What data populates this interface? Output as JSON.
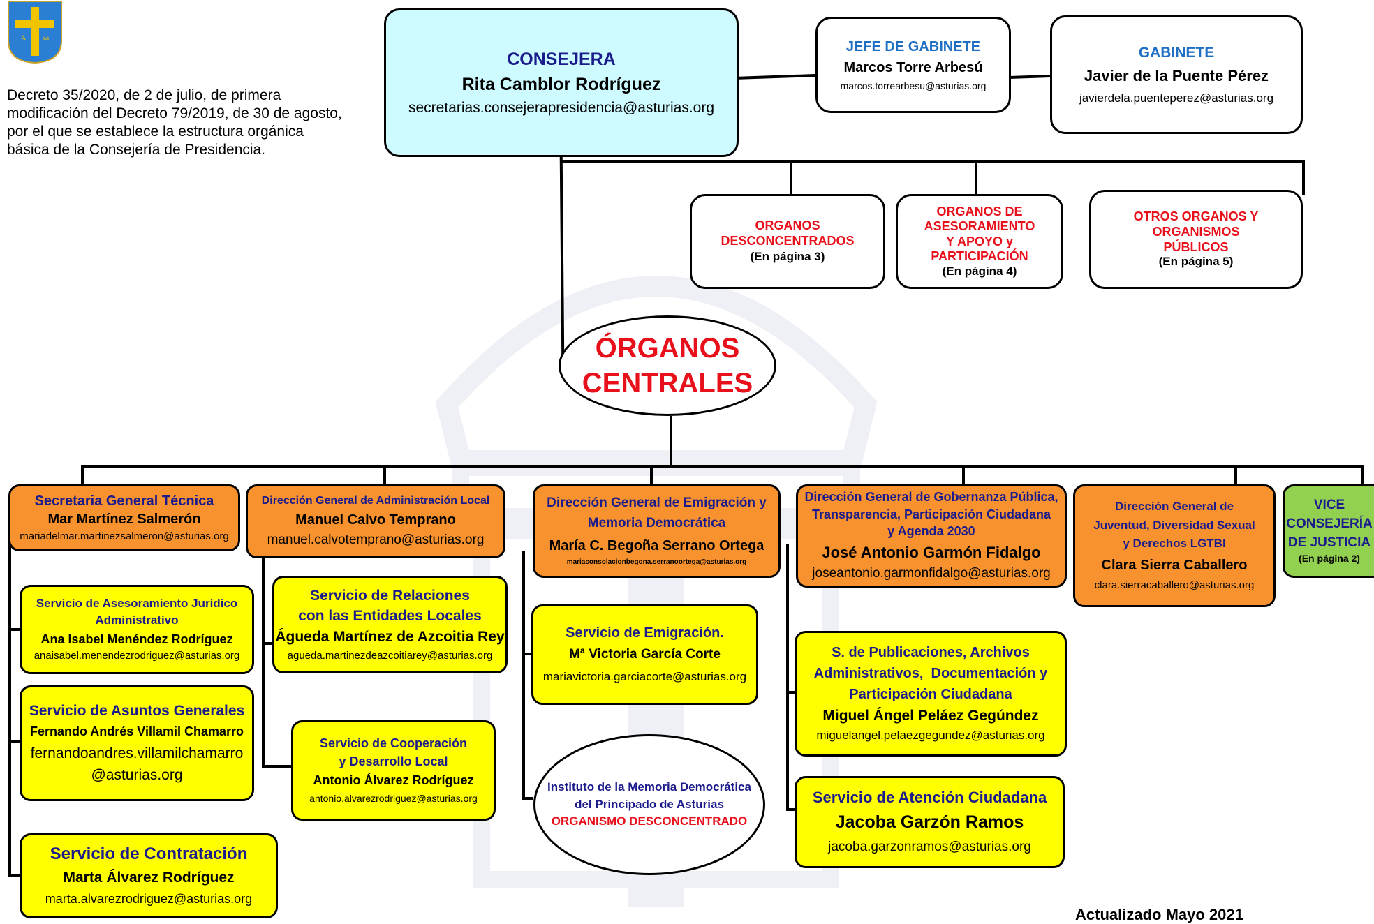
{
  "decree": "Decreto 35/2020, de 2 de julio, de primera modificación del Decreto 79/2019, de 30 de agosto, por el que se establece la estructura orgánica básica de la Consejería de Presidencia.",
  "colors": {
    "header_box": "#cdfbff",
    "direction_box": "#f8922e",
    "service_box": "#ffff00",
    "vice_box": "#92d050",
    "title_navy": "#1b1b8c",
    "title_blue": "#1f6fc3",
    "title_red": "#e8101a"
  },
  "top": {
    "consejera": {
      "title": "CONSEJERA",
      "name": "Rita Camblor Rodríguez",
      "email": "secretarias.consejerapresidencia@asturias.org"
    },
    "jefe": {
      "title": "JEFE DE GABINETE",
      "name": "Marcos Torre Arbesú",
      "email": "marcos.torrearbesu@asturias.org"
    },
    "gabinete": {
      "title": "GABINETE",
      "name": "Javier de la Puente Pérez",
      "email": "javierdela.puenteperez@asturias.org"
    }
  },
  "other_organs": [
    {
      "lines": [
        "ORGANOS",
        "DESCONCENTRADOS"
      ],
      "page": "(En página 3)"
    },
    {
      "lines": [
        "ORGANOS DE",
        "ASESORAMIENTO",
        "Y APOYO y",
        "PARTICIPACIÓN"
      ],
      "page": "(En página 4)"
    },
    {
      "lines": [
        "OTROS ORGANOS Y",
        "ORGANISMOS",
        "PÚBLICOS"
      ],
      "page": "(En página 5)"
    }
  ],
  "central": {
    "line1": "ÓRGANOS",
    "line2": "CENTRALES"
  },
  "directions": {
    "sgt": {
      "title": "Secretaria General Técnica",
      "name": "Mar Martínez Salmerón",
      "email": "mariadelmar.martinezsalmeron@asturias.org"
    },
    "dgal": {
      "title": "Dirección General de Administración Local",
      "name": "Manuel Calvo Temprano",
      "email": "manuel.calvotemprano@asturias.org"
    },
    "dgemd": {
      "title_1": "Dirección General de Emigración y",
      "title_2": "Memoria Democrática",
      "name": "María C. Begoña Serrano Ortega",
      "email": "mariaconsolacionbegona.serranoortega@asturias.org"
    },
    "dggp": {
      "title_1": "Dirección General de Gobernanza Pública,",
      "title_2": "Transparencia, Participación Ciudadana",
      "title_3": "y Agenda 2030",
      "name": "José Antonio Garmón Fidalgo",
      "email": "joseantonio.garmonfidalgo@asturias.org"
    },
    "dgj": {
      "title_1": "Dirección General de",
      "title_2": "Juventud, Diversidad Sexual",
      "title_3": "y Derechos LGTBI",
      "name": "Clara Sierra Caballero",
      "email": "clara.sierracaballero@asturias.org"
    },
    "vice": {
      "line1": "VICE",
      "line2": "CONSEJERÍA",
      "line3": "DE JUSTICIA",
      "page": "(En página 2)"
    }
  },
  "services": {
    "s_aj": {
      "title_1": "Servicio de Asesoramiento Jurídico",
      "title_2": "Administrativo",
      "name": "Ana Isabel Menéndez Rodríguez",
      "email": "anaisabel.menendezrodriguez@asturias.org"
    },
    "s_ag": {
      "title": "Servicio de Asuntos Generales",
      "name": "Fernando Andrés Villamil Chamarro",
      "email_1": "fernandoandres.villamilchamarro",
      "email_2": "@asturias.org"
    },
    "s_con": {
      "title": "Servicio de Contratación",
      "name": "Marta Álvarez Rodríguez",
      "email": "marta.alvarezrodriguez@asturias.org"
    },
    "s_rel": {
      "title_1": "Servicio de Relaciones",
      "title_2": "con las Entidades Locales",
      "name": "Águeda Martínez de Azcoitia Rey",
      "email": "agueda.martinezdeazcoitiarey@asturias.org"
    },
    "s_coop": {
      "title_1": "Servicio de Cooperación",
      "title_2": "y Desarrollo Local",
      "name": "Antonio Álvarez Rodríguez",
      "email": "antonio.alvarezrodriguez@asturias.org"
    },
    "s_emi": {
      "title": "Servicio de Emigración.",
      "name": "Mª Victoria García Corte",
      "email": "mariavictoria.garciacorte@asturias.org"
    },
    "inst": {
      "title_1": "Instituto de la Memoria Democrática",
      "title_2": "del Principado de Asturias",
      "subtitle": "ORGANISMO DESCONCENTRADO"
    },
    "s_pub": {
      "title_1": "S. de Publicaciones, Archivos",
      "title_2": "Administrativos,  Documentación y",
      "title_3": "Participación Ciudadana",
      "name": "Miguel Ángel Peláez Gegúndez",
      "email": "miguelangel.pelaezgegundez@asturias.org"
    },
    "s_ate": {
      "title": "Servicio de Atención Ciudadana",
      "name": "Jacoba Garzón Ramos",
      "email": "jacoba.garzonramos@asturias.org"
    }
  },
  "footer": "Actualizado Mayo 2021"
}
